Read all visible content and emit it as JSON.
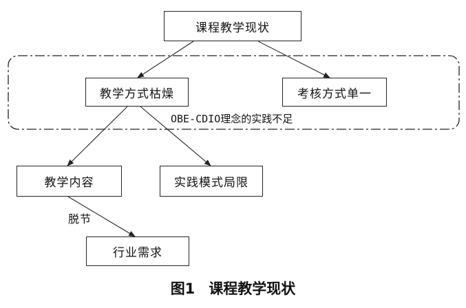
{
  "nodes": {
    "root": "课程教学现状",
    "teaching_method": "教学方式枯燥",
    "assessment": "考核方式单一",
    "teaching_content": "教学内容",
    "practice_mode": "实践模式局限",
    "industry_demand": "行业需求"
  },
  "group_label": "OBE-CDIO理念的实践不足",
  "edge_label": "脱节",
  "caption": {
    "number": "图1",
    "title": "课程教学现状"
  }
}
